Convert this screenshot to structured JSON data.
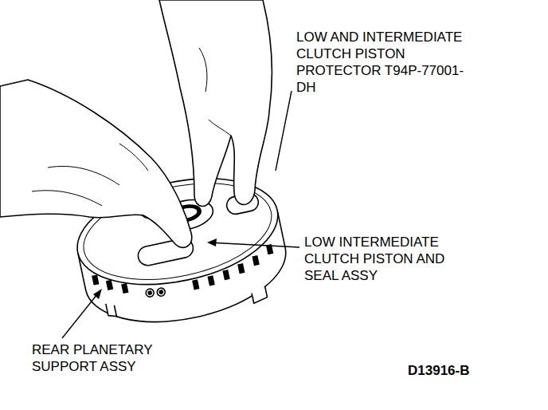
{
  "diagram": {
    "labels": [
      "LOW AND INTERMEDIATE CLUTCH PISTON PROTECTOR T94P-77001-DH",
      "LOW INTERMEDIATE CLUTCH PISTON AND SEAL ASSY",
      "REAR PLANETARY SUPPORT ASSY",
      "D13916-B"
    ]
  }
}
